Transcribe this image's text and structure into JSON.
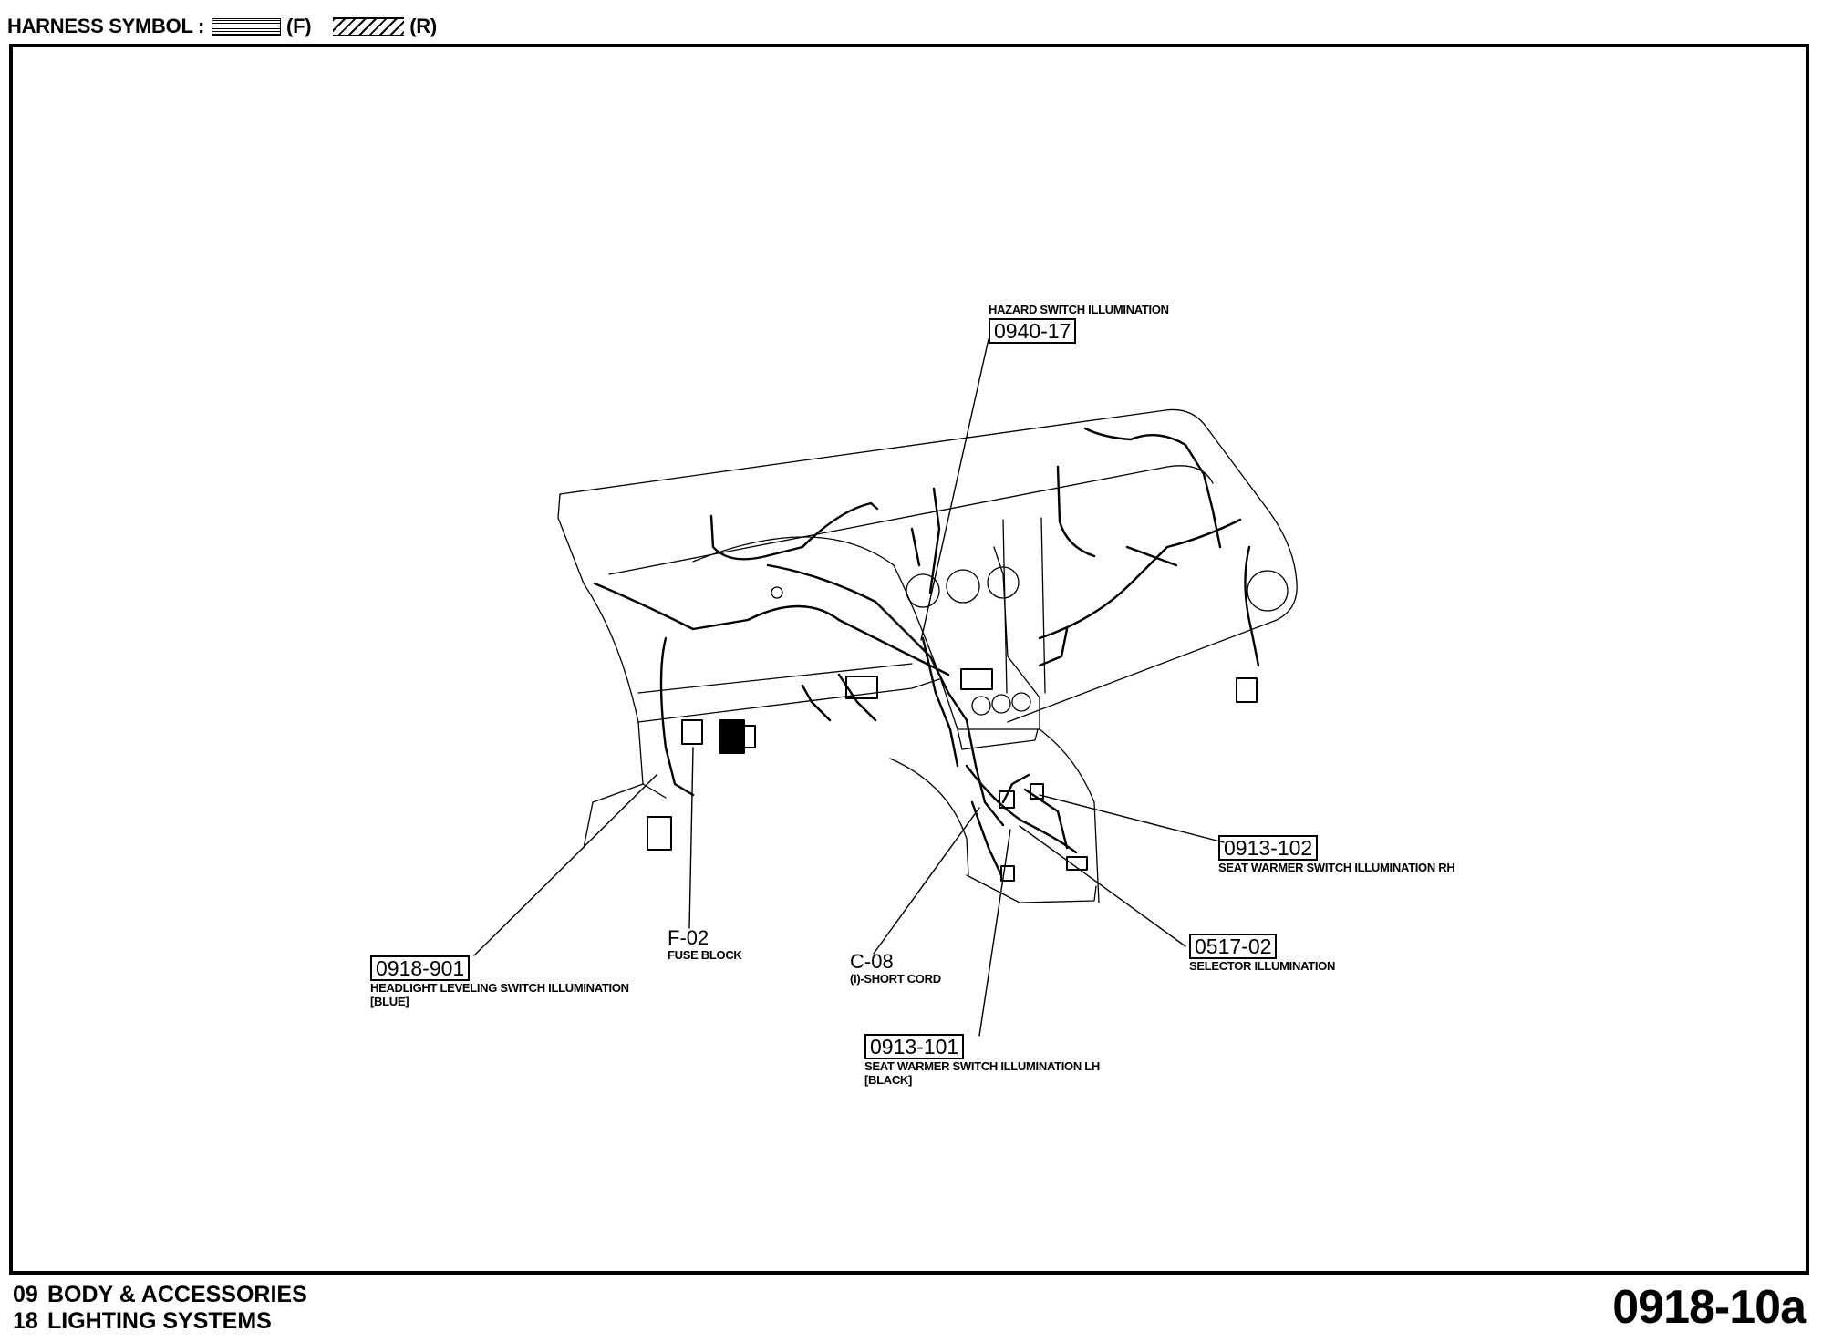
{
  "legend": {
    "label": "HARNESS SYMBOL :",
    "front": "(F)",
    "rear": "(R)"
  },
  "callouts": {
    "hazard": {
      "code": "0940-17",
      "desc": "HAZARD SWITCH ILLUMINATION"
    },
    "seat_rh": {
      "code": "0913-102",
      "desc": "SEAT WARMER SWITCH ILLUMINATION RH"
    },
    "selector": {
      "code": "0517-02",
      "desc": "SELECTOR ILLUMINATION"
    },
    "headlight": {
      "code": "0918-901",
      "desc": "HEADLIGHT LEVELING SWITCH ILLUMINATION",
      "desc2": "[BLUE]"
    },
    "fuse": {
      "code": "F-02",
      "desc": "FUSE BLOCK"
    },
    "short_cord": {
      "code": "C-08",
      "desc": "(I)-SHORT CORD"
    },
    "seat_lh": {
      "code": "0913-101",
      "desc": "SEAT WARMER SWITCH ILLUMINATION LH",
      "desc2": "[BLACK]"
    }
  },
  "footer": {
    "section1_num": "09",
    "section1_name": "BODY & ACCESSORIES",
    "section2_num": "18",
    "section2_name": "LIGHTING SYSTEMS",
    "page_code": "0918-10a"
  }
}
